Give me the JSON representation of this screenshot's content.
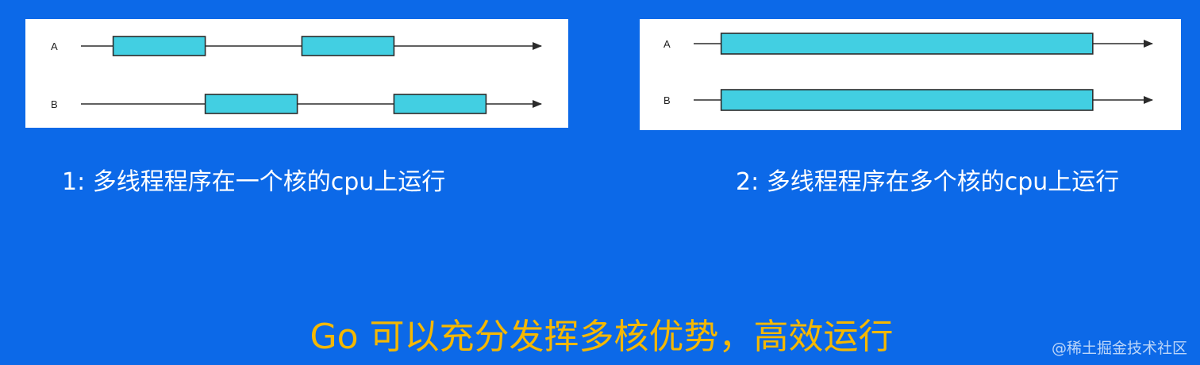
{
  "colors": {
    "background": "#0c69e8",
    "panel": "#ffffff",
    "bar_fill": "#42cfe2",
    "stroke": "#2b2b2b",
    "caption": "#ffffff",
    "headline": "#f5b800",
    "watermark": "#cfe0ff"
  },
  "diagrams": [
    {
      "id": "single-core",
      "tracks": [
        {
          "label": "A",
          "segments": [
            [
              0.07,
              0.27
            ],
            [
              0.48,
              0.68
            ]
          ]
        },
        {
          "label": "B",
          "segments": [
            [
              0.27,
              0.47
            ],
            [
              0.68,
              0.88
            ]
          ]
        }
      ],
      "caption": "1: 多线程程序在一个核的cpu上运行"
    },
    {
      "id": "multi-core",
      "tracks": [
        {
          "label": "A",
          "segments": [
            [
              0.06,
              0.87
            ]
          ]
        },
        {
          "label": "B",
          "segments": [
            [
              0.06,
              0.87
            ]
          ]
        }
      ],
      "caption": "2: 多线程程序在多个核的cpu上运行"
    }
  ],
  "headline": "Go 可以充分发挥多核优势，高效运行",
  "watermark": "@稀土掘金技术社区"
}
